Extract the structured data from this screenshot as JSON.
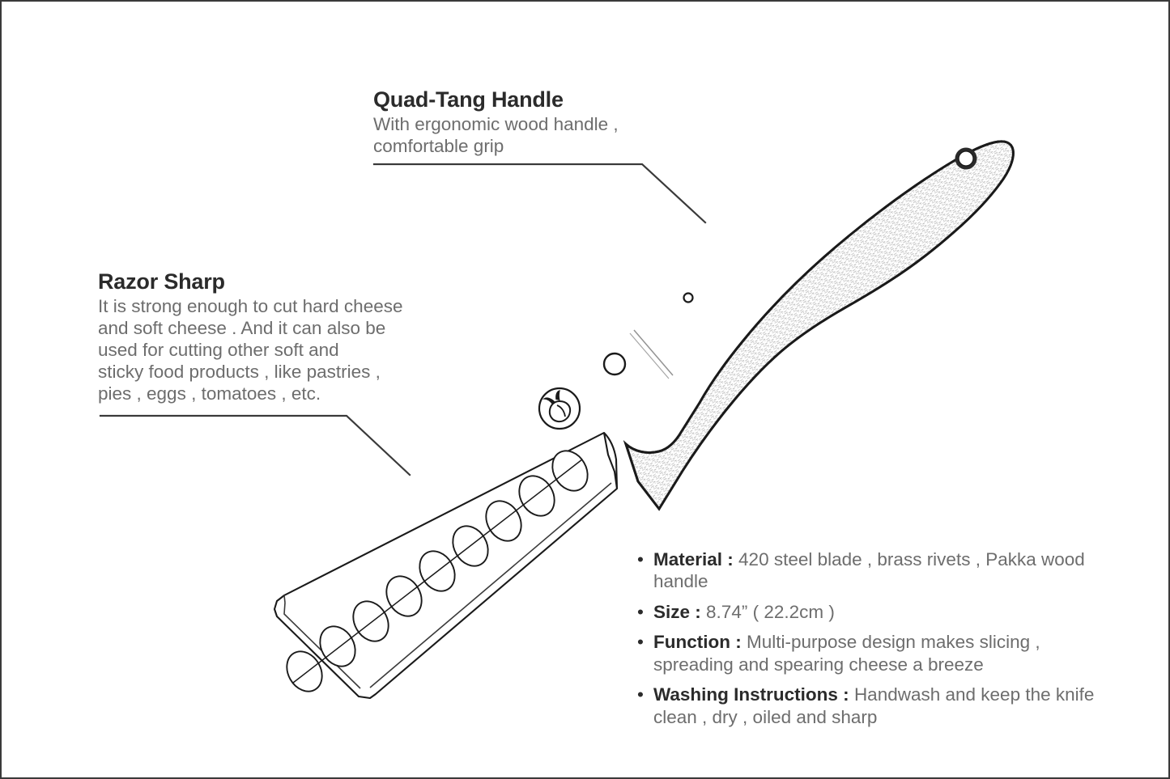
{
  "product": {
    "type": "cheese knife infographic",
    "illustration": "line-drawing of a granton-edge cheese knife with pakka wood quad-tang handle"
  },
  "callouts": [
    {
      "id": "quad-tang-handle",
      "title": "Quad-Tang Handle",
      "body": "With ergonomic wood handle ,\ncomfortable grip"
    },
    {
      "id": "razor-sharp",
      "title": "Razor Sharp",
      "body": "It is strong enough to cut hard cheese\nand soft cheese . And it can also be\nused for cutting other soft and\nsticky food products , like pastries ,\npies , eggs , tomatoes , etc."
    }
  ],
  "specs": {
    "bullet": "•",
    "items": [
      {
        "label": "Material :",
        "value": "420 steel blade , brass rivets , Pakka wood handle"
      },
      {
        "label": "Size :",
        "value": "8.74” ( 22.2cm )"
      },
      {
        "label": "Function :",
        "value": "Multi-purpose design makes slicing , spreading and spearing cheese a breeze"
      },
      {
        "label": "Washing Instructions :",
        "value": "Handwash and keep the knife clean , dry , oiled and sharp"
      }
    ]
  },
  "colors": {
    "heading": "#2b2b2b",
    "body": "#6d6d6d",
    "line": "#3a3a3a",
    "border": "#3a3a3a",
    "background": "#ffffff",
    "outline": "#1a1a1a"
  },
  "illustration_parts": {
    "blade": "granton-edge blade with 9 oval dimples",
    "dimple_count": 9,
    "logo": "circular brand mark on blade",
    "handle": "speckled pakka wood handle",
    "rivets": [
      "large-rivet",
      "small-rivet",
      "lanyard-ring"
    ],
    "bolster": "white bolster seam band"
  }
}
